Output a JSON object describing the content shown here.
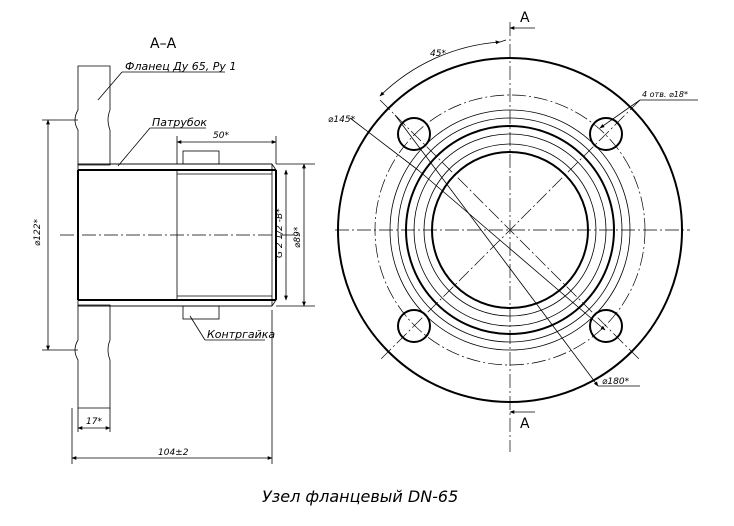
{
  "section_label": "А–А",
  "cut_label_top": "А",
  "cut_label_bottom": "А",
  "callouts": {
    "flange": "Фланец Ду 65, Ру 1",
    "pipe": "Патрубок",
    "locknut": "Контргайка",
    "holes": "4 отв. ⌀18*"
  },
  "dimensions": {
    "dia_122": "⌀122*",
    "dia_89": "⌀89*",
    "thread": "G 2 1/2 -B*",
    "len_50": "50*",
    "len_17": "17*",
    "len_104": "104±2",
    "dia_145": "⌀145*",
    "dia_180": "⌀180*",
    "angle_45": "45*"
  },
  "title": "Узел фланцевый DN-65"
}
